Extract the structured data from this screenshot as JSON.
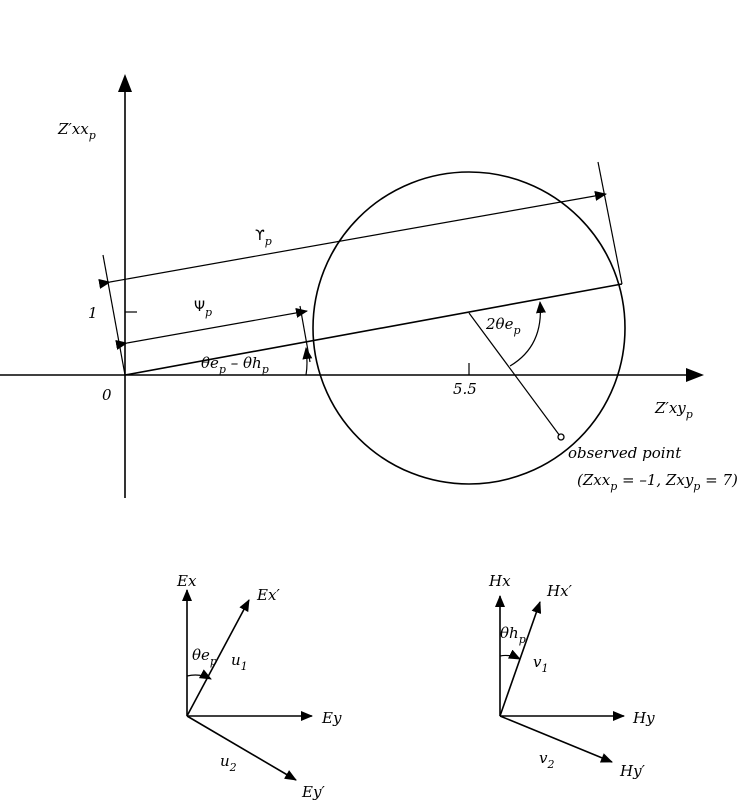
{
  "main_diagram": {
    "y_axis": {
      "base": "Z′xx",
      "sub": "p"
    },
    "x_axis": {
      "base": "Z′xy",
      "sub": "p"
    },
    "tick_one": "1",
    "tick_origin": "0",
    "tick_center": "5.5",
    "upsilon": {
      "base": "ϒ",
      "sub": "p"
    },
    "psi": {
      "base": "Ψ",
      "sub": "p"
    },
    "angle_diff": {
      "t1": "θe",
      "s1": "p",
      "t2": " – θh",
      "s2": "p"
    },
    "angle_double": {
      "base": "2θe",
      "sub": "p"
    },
    "observed_label": "observed point",
    "observed_coords": {
      "open": "(Zxx",
      "s1": "p",
      "mid": " = –1,  Zxy",
      "s2": "p",
      "close": " = 7)"
    }
  },
  "e_frame": {
    "ex": "Ex",
    "ex_prime": "Ex′",
    "ey": "Ey",
    "ey_prime": "Ey′",
    "angle": {
      "base": "θe",
      "sub": "p"
    },
    "u1": {
      "base": "u",
      "sub": "1"
    },
    "u2": {
      "base": "u",
      "sub": "2"
    }
  },
  "h_frame": {
    "hx": "Hx",
    "hx_prime": "Hx′",
    "hy": "Hy",
    "hy_prime": "Hy′",
    "angle": {
      "base": "θh",
      "sub": "p"
    },
    "v1": {
      "base": "v",
      "sub": "1"
    },
    "v2": {
      "base": "v",
      "sub": "2"
    }
  }
}
